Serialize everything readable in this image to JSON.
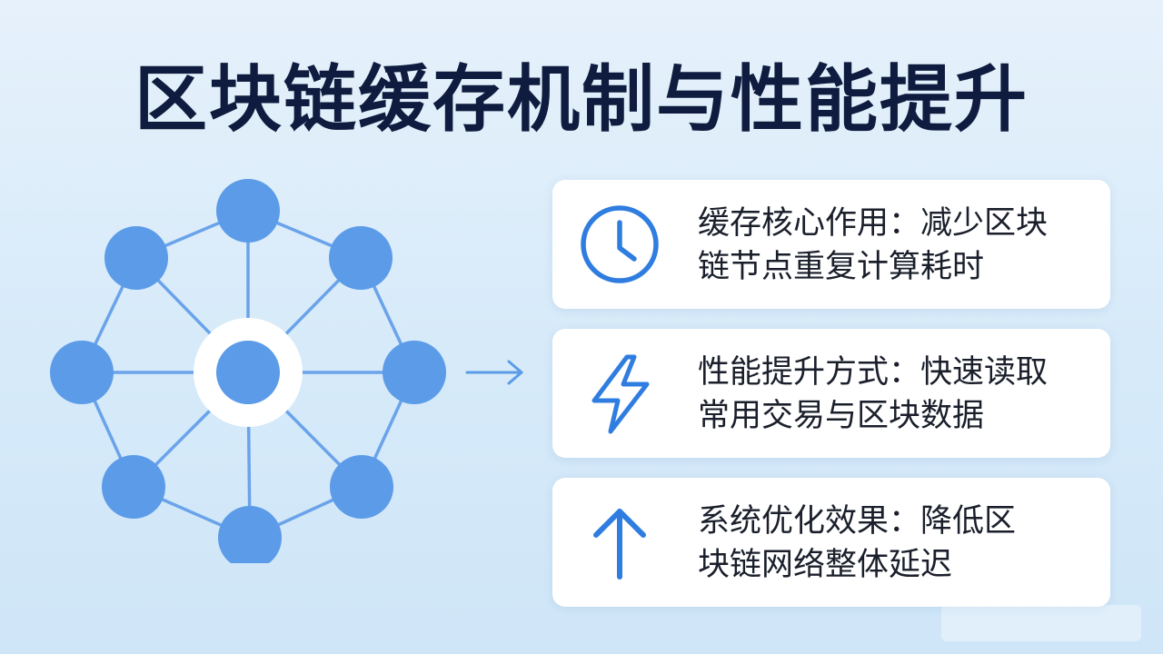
{
  "title": "区块链缓存机制与性能提升",
  "colors": {
    "node": "#5b9be8",
    "edge": "#6aa3ea",
    "hub_ring": "#ffffff",
    "icon": "#2f7de0",
    "title": "#0f1c3f"
  },
  "cards": [
    {
      "icon": "clock-icon",
      "text_line1": "缓存核心作用：减少区块",
      "text_line2": "链节点重复计算耗时"
    },
    {
      "icon": "lightning-icon",
      "text_line1": "性能提升方式：快速读取",
      "text_line2": "常用交易与区块数据"
    },
    {
      "icon": "arrow-up-icon",
      "text_line1": "系统优化效果：降低区",
      "text_line2": "块链网络整体延迟"
    }
  ]
}
